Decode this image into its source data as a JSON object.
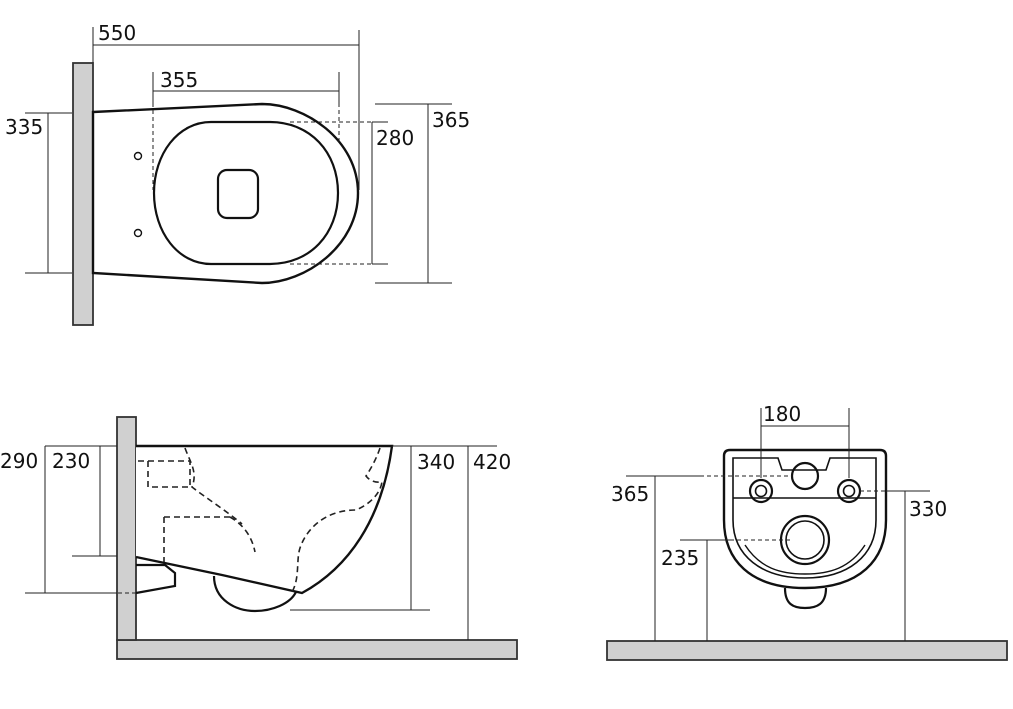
{
  "top_view": {
    "overall_length": "550",
    "seat_length": "355",
    "fixing_height": "335",
    "seat_width": "280",
    "overall_width": "365"
  },
  "side_view": {
    "height_290": "290",
    "height_230": "230",
    "height_340": "340",
    "height_420": "420"
  },
  "front_view": {
    "bolt_spacing": "180",
    "inlet_height": "365",
    "outlet_height": "235",
    "bolt_height": "330"
  }
}
